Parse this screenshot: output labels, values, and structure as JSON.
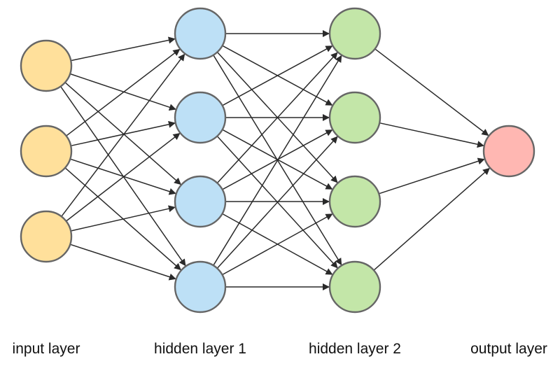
{
  "diagram": {
    "layers": [
      {
        "label": "input layer",
        "node_count": 3,
        "color": "#FFE09B"
      },
      {
        "label": "hidden layer 1",
        "node_count": 4,
        "color": "#BDE0F6"
      },
      {
        "label": "hidden layer 2",
        "node_count": 4,
        "color": "#C3E6A8"
      },
      {
        "label": "output layer",
        "node_count": 1,
        "color": "#FFB7B2"
      }
    ],
    "connections": "fully-connected",
    "node_outline_color": "#666666",
    "edge_color": "#2A2A2A"
  }
}
